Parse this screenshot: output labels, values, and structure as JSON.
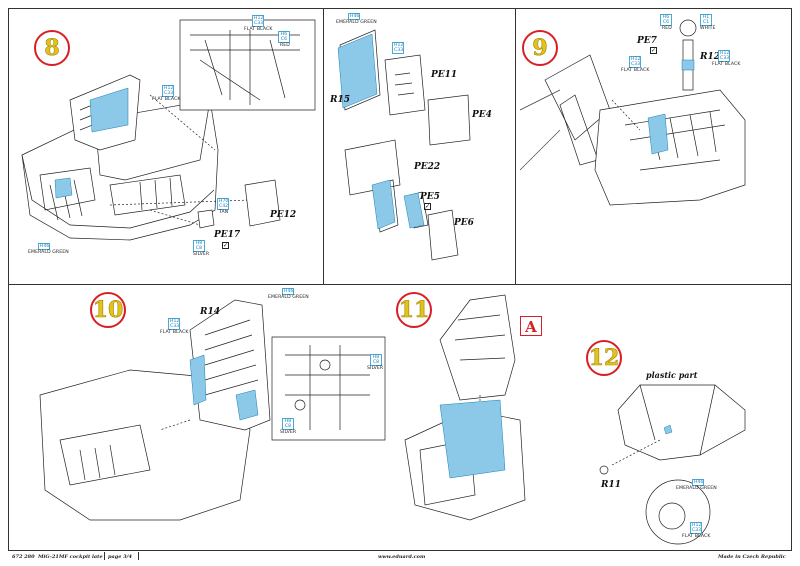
{
  "steps": [
    {
      "number": "8"
    },
    {
      "number": "9"
    },
    {
      "number": "10"
    },
    {
      "number": "11"
    },
    {
      "number": "12"
    }
  ],
  "parts": {
    "pe11": "PE11",
    "pe4": "PE4",
    "r15": "R15",
    "pe22": "PE22",
    "pe5": "PE5",
    "pe6": "PE6",
    "pe12": "PE12",
    "pe17": "PE17",
    "pe7": "PE7",
    "r12": "R12",
    "r14": "R14",
    "r11": "R11"
  },
  "colors": {
    "paint_fill": "#8cc9e8",
    "badge_border": "#49a9d8",
    "step_ring": "#d81f26",
    "step_number": "#e3c21b"
  },
  "callouts": {
    "s8_top_code": "H12\nC33",
    "s8_top_name": "FLAT BLACK",
    "s8_top_code2": "H6\nC6",
    "s8_top_name2": "RED",
    "s8_mid_code": "H12\nC33",
    "s8_mid_name": "FLAT BLACK",
    "s8_green_code": "H46",
    "s8_green_name": "EMERALD GREEN",
    "s8_tan_code": "H70\nC42",
    "s8_tan_name": "TAN",
    "s8_silver_code": "H8\nC8",
    "s8_silver_name": "SILVER",
    "pe_green_code": "H46",
    "pe_green_name": "EMERALD GREEN",
    "pe_black_code": "H12\nC33",
    "s9_red_code": "H6\nC6",
    "s9_red_name": "RED",
    "s9_white_code": "H1\nC1",
    "s9_white_name": "WHITE",
    "s9_black_code": "H12\nC33",
    "s9_black_name": "FLAT BLACK",
    "s9_black2_code": "H12\nC33",
    "s9_black2_name": "FLAT BLACK",
    "s10_green_code": "H46",
    "s10_green_name": "EMERALD GREEN",
    "s10_black_code": "H12\nC33",
    "s10_black_name": "FLAT BLACK",
    "s10_silver_code": "H8\nC8",
    "s10_silver_name": "SILVER",
    "s10_silver2_code": "H8\nC8",
    "s10_silver2_name": "SILVER",
    "s12_green_code": "H46",
    "s12_green_name": "EMERALD GREEN",
    "s12_black_code": "H12\nC33",
    "s12_black_name": "FLAT BLACK"
  },
  "step12_caption": "plastic part",
  "step11_letter": "A",
  "footer": {
    "code": "672 280",
    "title": "MiG-21MF cockpit late",
    "page": "page 3/4",
    "url": "www.eduard.com",
    "origin": "Made in Czech Republic"
  }
}
